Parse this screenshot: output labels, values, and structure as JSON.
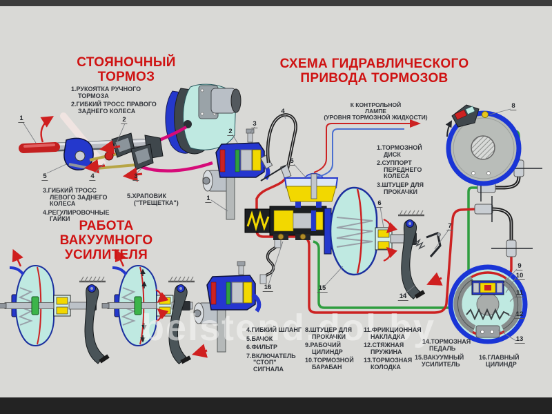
{
  "window": {
    "bg": "#d9d9d6",
    "top_bar": "#3c3c3c",
    "bottom_bar": "#232323"
  },
  "titles": {
    "parking": "СТОЯНОЧНЫЙ ТОРМОЗ",
    "hydraulic_1": "СХЕМА ГИДРАВЛИЧЕСКОГО",
    "hydraulic_2": "ПРИВОДА ТОРМОЗОВ",
    "vacuum_1": "РАБОТА ВАКУУМНОГО",
    "vacuum_2": "УСИЛИТЕЛЯ"
  },
  "notes": {
    "control_lamp_1": "К КОНТРОЛЬНОЙ",
    "control_lamp_2": "ЛАМПЕ",
    "control_lamp_3": "(УРОВНЯ ТОРМОЗНОЙ ЖИДКОСТИ)"
  },
  "legend": {
    "parking_top": [
      "1.РУКОЯТКА РУЧНОГО ТОРМОЗА",
      "2.ГИБКИЙ ТРОСС ПРАВОГО ЗАДНЕГО КОЛЕСА"
    ],
    "parking_left": [
      "3.ГИБКИЙ ТРОСС ЛЕВОГО ЗАДНЕГО КОЛЕСА",
      "4.РЕГУЛИРОВОЧНЫЕ ГАЙКИ"
    ],
    "parking_right": [
      "5.ХРАПОВИК (\"ТРЕЩЕТКА\")"
    ],
    "disc": [
      "1.ТОРМОЗНОЙ ДИСК",
      "2.СУППОРТ ПЕРЕДНЕГО КОЛЕСА",
      "3.ШТУЦЕР ДЛЯ ПРОКАЧКИ"
    ],
    "col1": [
      "4.ГИБКИЙ ШЛАНГ",
      "5.БАЧОК",
      "6.ФИЛЬТР",
      "7.ВКЛЮЧАТЕЛЬ \"СТОП\" СИГНАЛА"
    ],
    "col2": [
      "8.ШТУЦЕР ДЛЯ ПРОКАЧКИ",
      "9.РАБОЧИЙ ЦИЛИНДР",
      "10.ТОРМОЗНОЙ БАРАБАН"
    ],
    "col3": [
      "11.ФРИКЦИОННАЯ НАКЛАДКА",
      "12.СТЯЖНАЯ ПРУЖИНА",
      "13.ТОРМОЗНАЯ КОЛОДКА"
    ],
    "col4": [
      "14.ТОРМОЗНАЯ ПЕДАЛЬ",
      "15.ВАКУУМНЫЙ УСИЛИТЕЛЬ",
      "16.ГЛАВНЫЙ ЦИЛИНДР"
    ]
  },
  "callouts": [
    "1",
    "2",
    "3",
    "4",
    "5",
    "6",
    "7",
    "8",
    "9",
    "10",
    "11",
    "12",
    "13",
    "14",
    "15",
    "16"
  ],
  "watermark": "belstend.dol.by",
  "colors": {
    "title_red": "#cf1212",
    "line_red": "#cc2222",
    "line_green": "#2f9e3f",
    "cable_magenta": "#d60a78",
    "part_blue": "#2438cc",
    "part_cyan": "#bfe9e1",
    "part_yellow": "#f2d800"
  }
}
